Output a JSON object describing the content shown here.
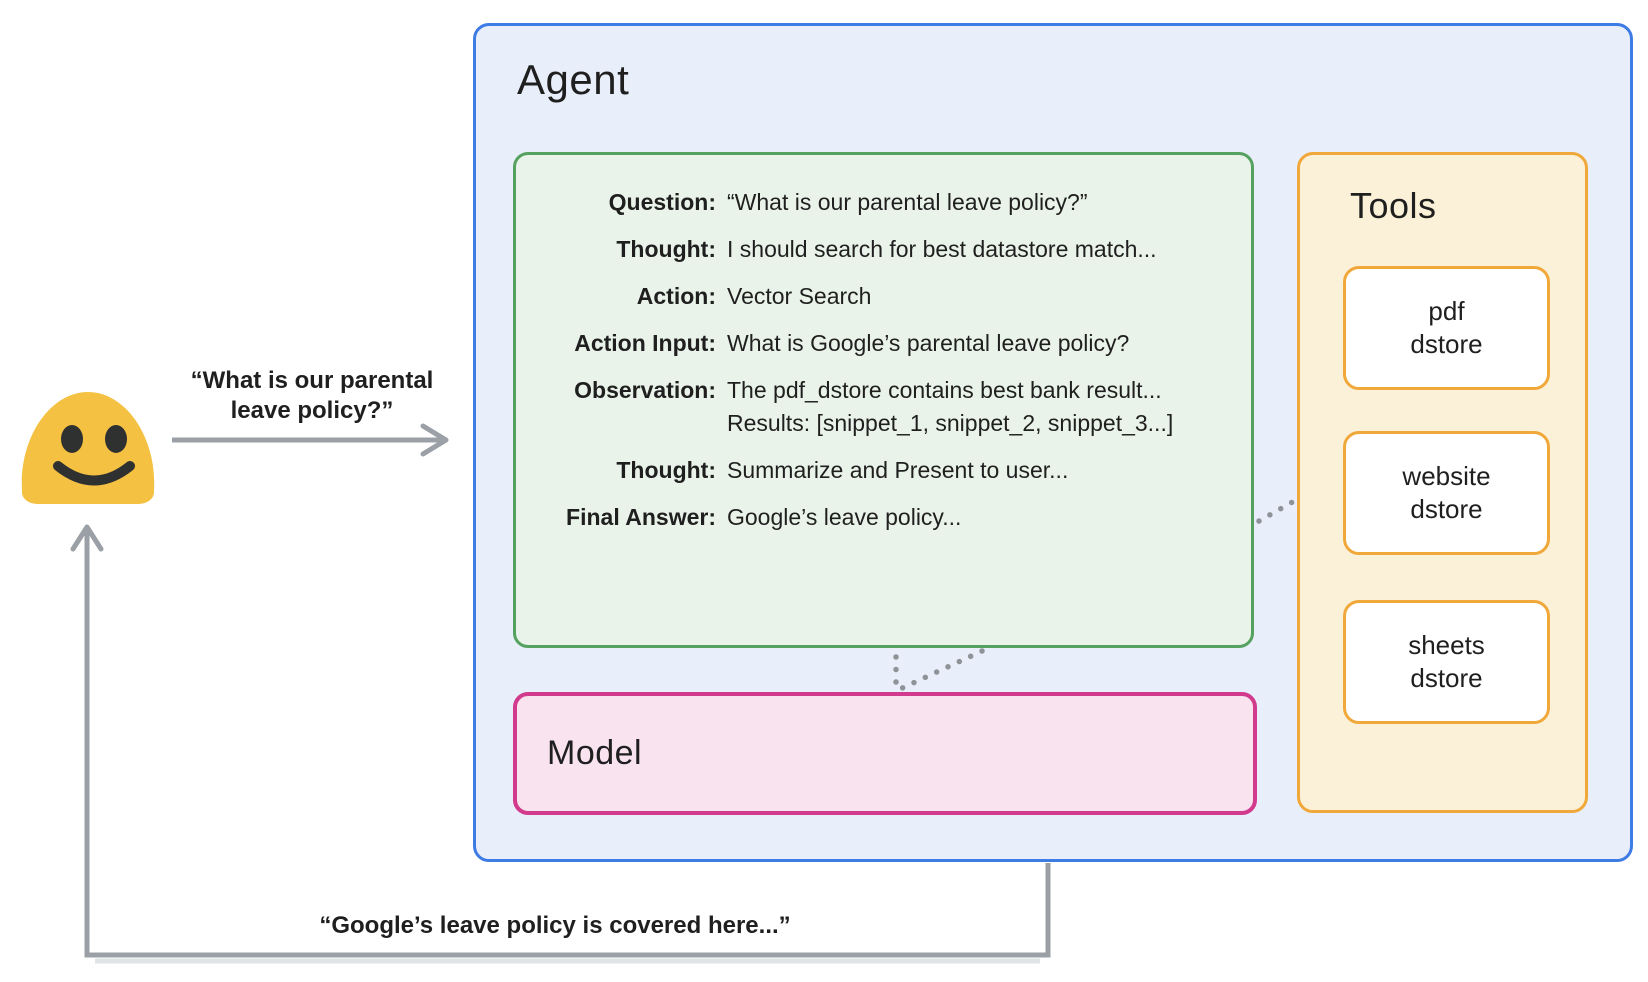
{
  "colors": {
    "agent_border": "#3D7BE5",
    "agent_bg": "#E9EEFB",
    "scratch_border": "#55A15F",
    "scratch_bg": "#E9F3E9",
    "model_border": "#D23A8D",
    "model_bg": "#F9E3EF",
    "tools_border": "#F0A83A",
    "tools_bg": "#FBF1D8",
    "arrow": "#9AA0A6",
    "emoji": "#F4C142",
    "text": "#1F1F1F"
  },
  "user_message": {
    "line1": "“What is our parental",
    "line2": "leave policy?”"
  },
  "agent_response": "“Google’s leave policy is covered here...”",
  "agent": {
    "title": "Agent",
    "scratchpad": {
      "rows": [
        {
          "label": "Question:",
          "value": "“What is our parental leave policy?”"
        },
        {
          "label": "Thought:",
          "value": "I should search for best datastore match..."
        },
        {
          "label": "Action:",
          "value": "Vector Search"
        },
        {
          "label": "Action Input:",
          "value": "What is Google’s parental leave policy?"
        },
        {
          "label": "Observation:",
          "value": "The pdf_dstore contains best bank result...",
          "value2": "Results: [snippet_1, snippet_2, snippet_3...]"
        },
        {
          "label": "Thought:",
          "value": "Summarize and Present to user..."
        },
        {
          "label": "Final Answer:",
          "value": "Google’s leave policy..."
        }
      ]
    },
    "model": {
      "title": "Model"
    },
    "tools": {
      "title": "Tools",
      "items": [
        {
          "line1": "pdf",
          "line2": "dstore"
        },
        {
          "line1": "website",
          "line2": "dstore"
        },
        {
          "line1": "sheets",
          "line2": "dstore"
        }
      ]
    }
  }
}
